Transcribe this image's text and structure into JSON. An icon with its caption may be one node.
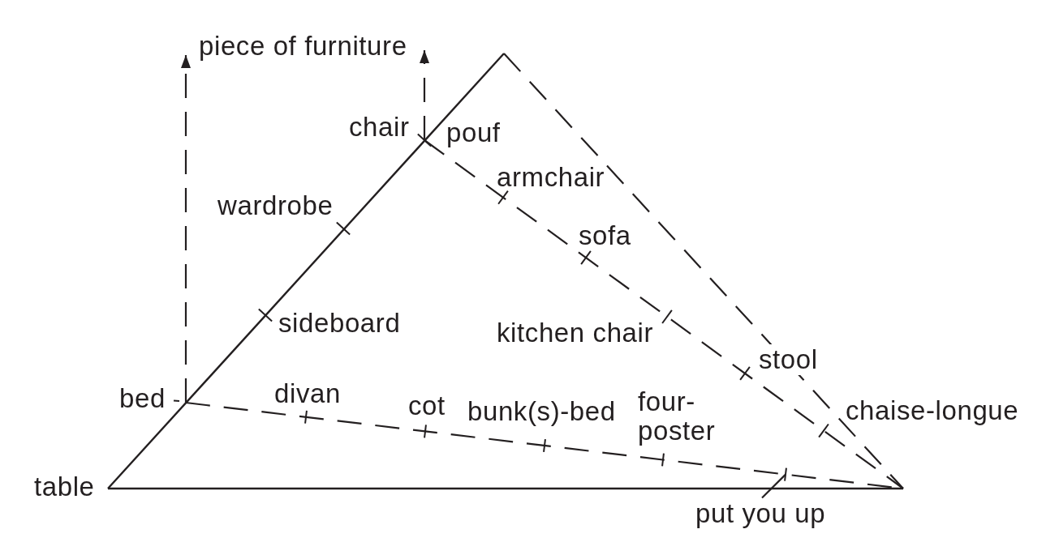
{
  "diagram": {
    "nodes": [
      {
        "text": [
          "piece of furniture"
        ]
      },
      {
        "text": [
          "chair"
        ]
      },
      {
        "text": [
          "bed"
        ]
      },
      {
        "text": [
          "put you up"
        ]
      }
    ],
    "edges": [
      {
        "from": 2,
        "to": 0,
        "arrow": "to",
        "style": "dashed"
      },
      {
        "from": 1,
        "to": 0,
        "arrow": "to",
        "style": "dashed"
      },
      {
        "from": 3,
        "to": null,
        "arrow": "none"
      }
    ],
    "labels": [
      "pouf",
      "armchair",
      "wardrobe",
      "sofa",
      "sideboard",
      "kitchen chair",
      "stool",
      "divan",
      "cot",
      "bunk(s)-bed",
      "four-poster",
      "chaise-longue",
      "table"
    ]
  }
}
